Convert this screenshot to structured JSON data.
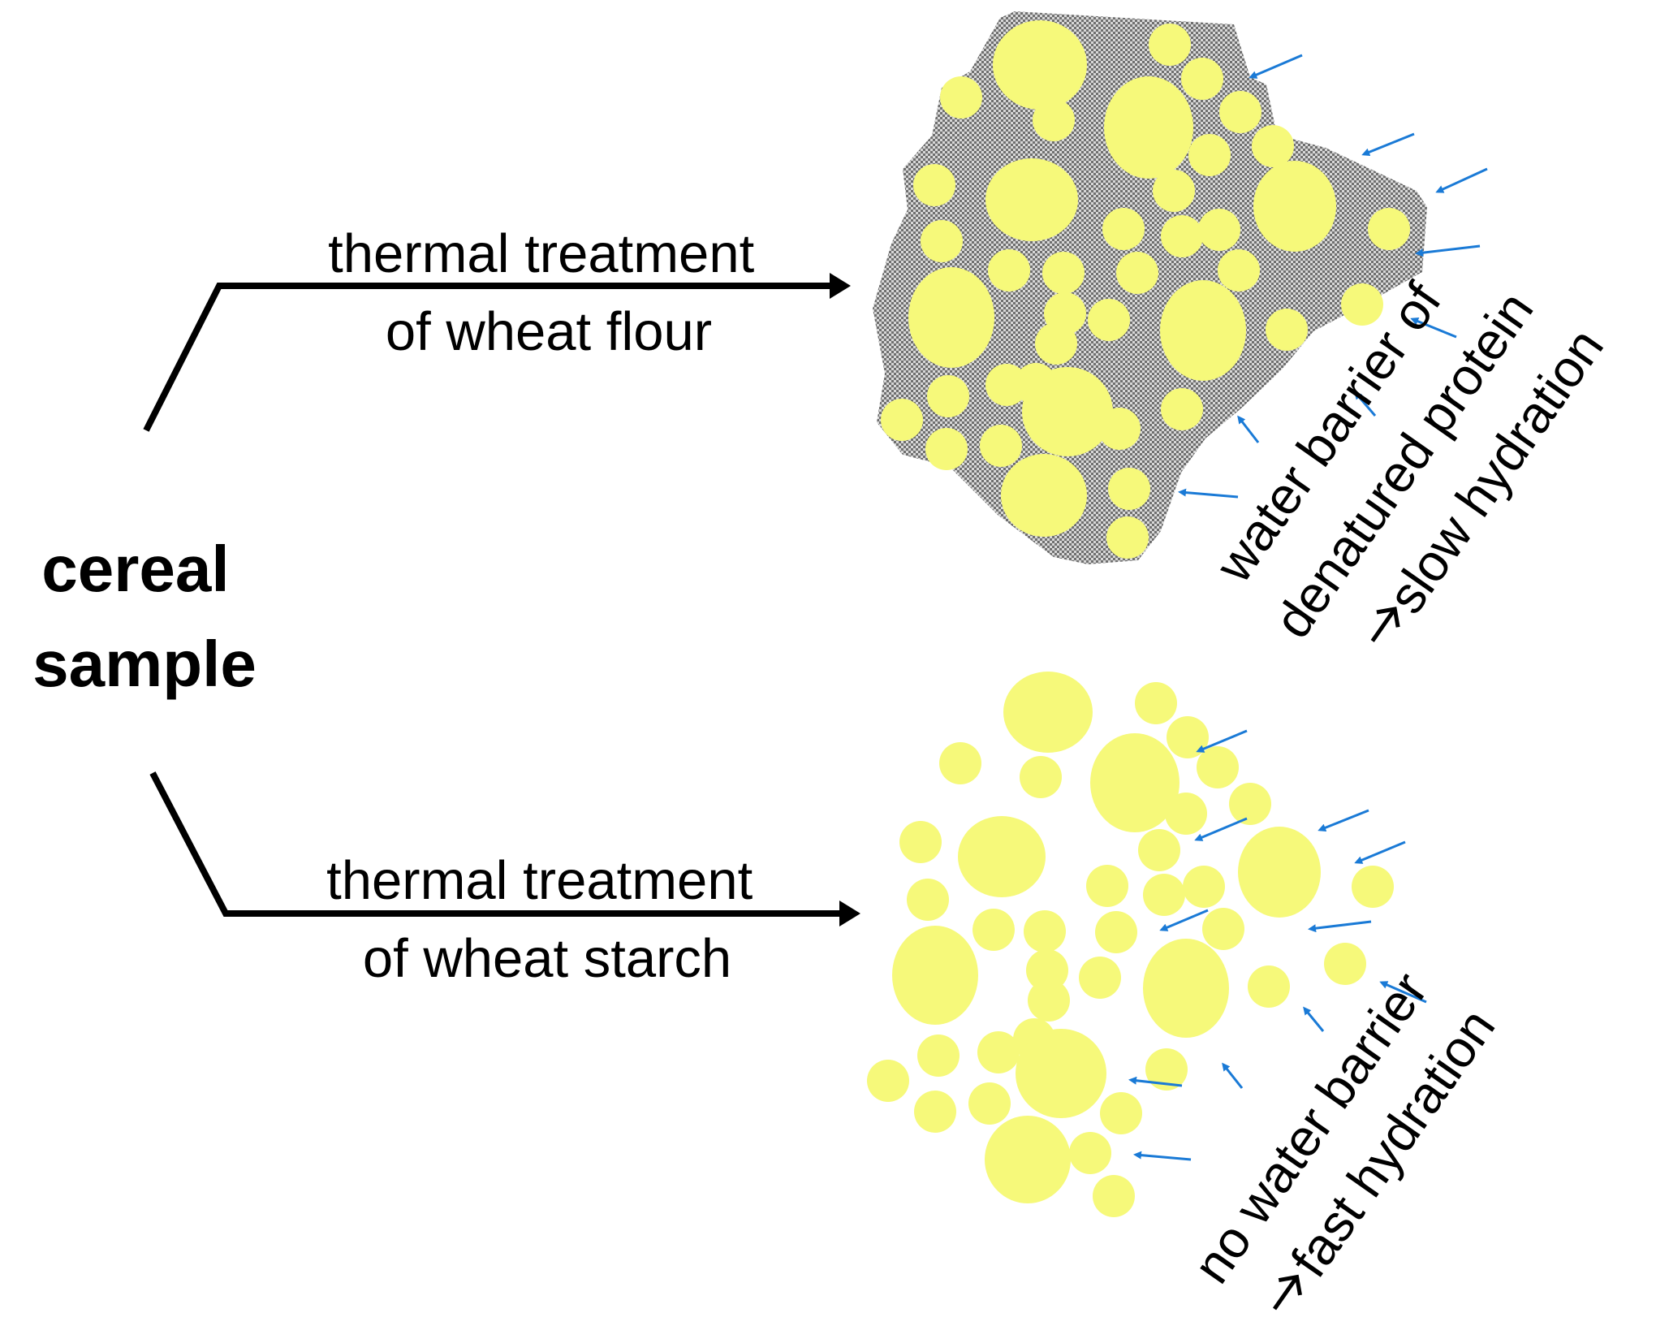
{
  "source": {
    "line1": "cereal",
    "line2": "sample"
  },
  "branches": [
    {
      "line1": "thermal treatment",
      "line2": "of wheat flour",
      "result": {
        "line1": "water barrier of",
        "line2": "denatured protein",
        "line3": "slow hydration"
      }
    },
    {
      "line1": "thermal treatment",
      "line2": "of wheat starch",
      "result": {
        "line1": "no water barrier",
        "line2": "fast hydration"
      }
    }
  ],
  "colors": {
    "granule": "#f6f97a",
    "protein_matrix": "#9a9a9a",
    "water_arrow": "#1a7ad6",
    "line": "#000000"
  }
}
